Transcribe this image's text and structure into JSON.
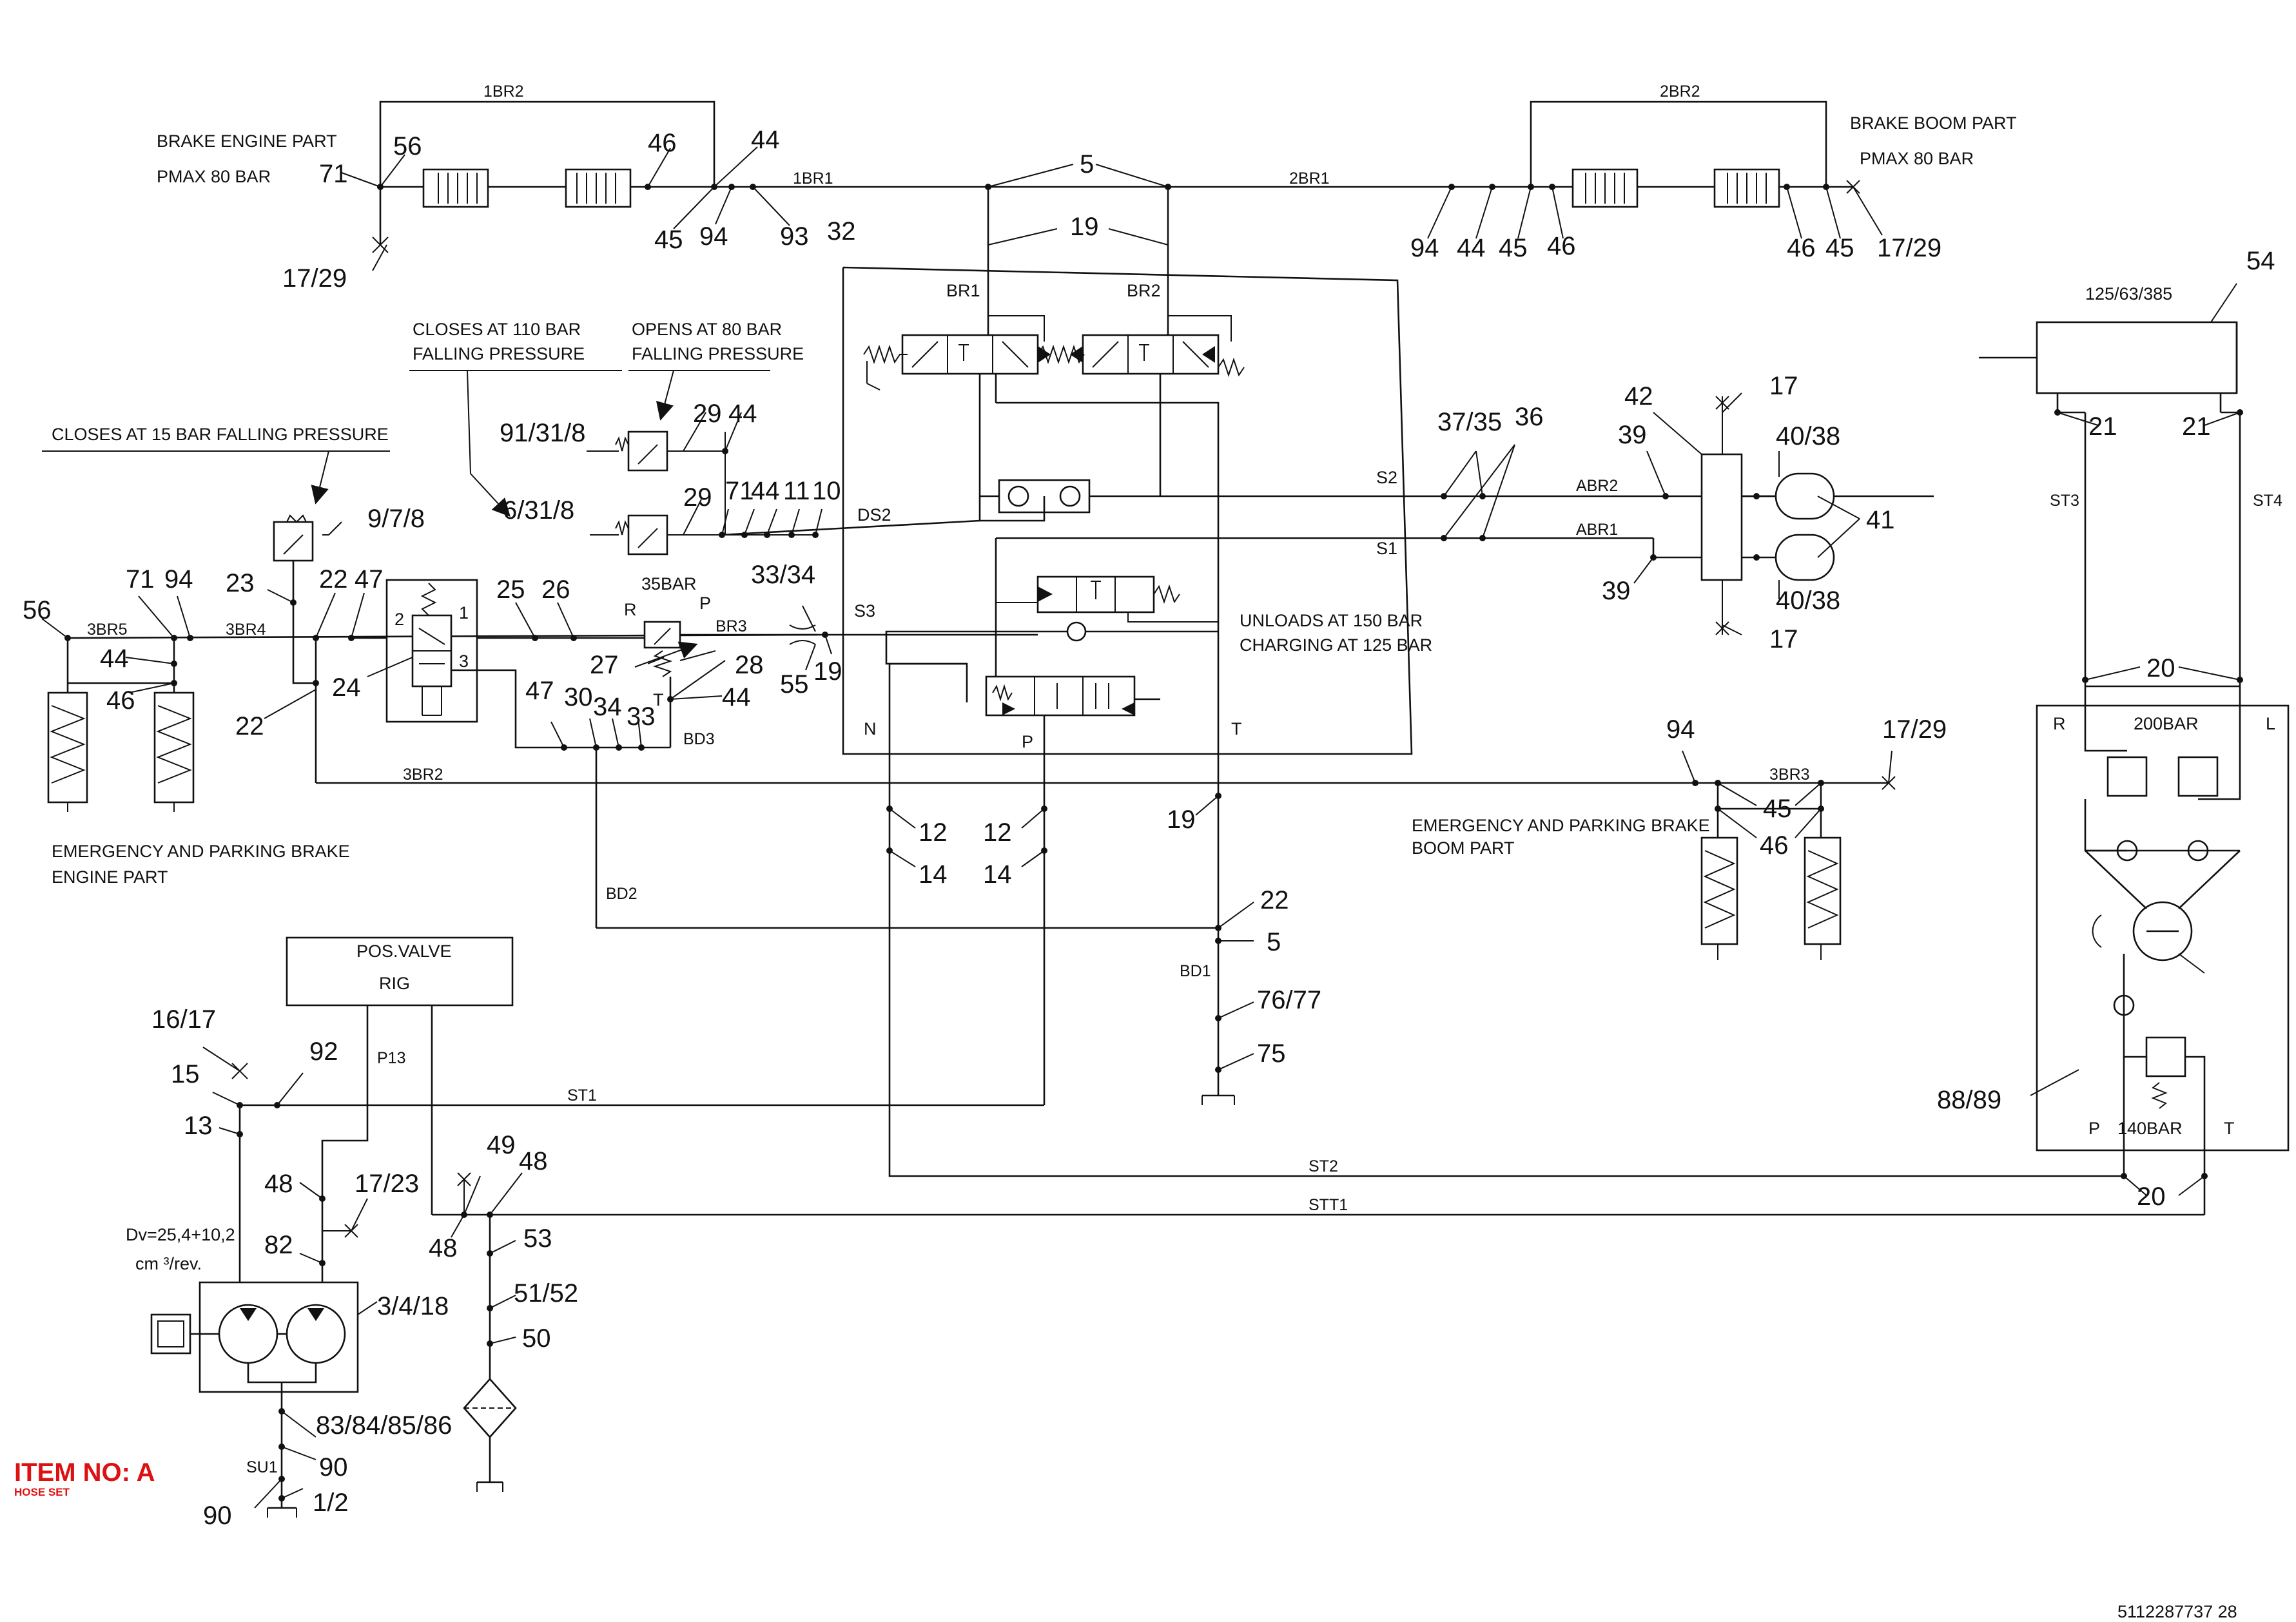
{
  "notes": {
    "brake_engine_part": "BRAKE ENGINE PART",
    "pmax_engine": "PMAX 80 BAR",
    "brake_boom_part": "BRAKE BOOM PART",
    "pmax_boom": "PMAX 80 BAR",
    "closes_110_a": "CLOSES AT 110 BAR",
    "closes_110_b": "FALLING PRESSURE",
    "opens_80_a": "OPENS AT 80 BAR",
    "opens_80_b": "FALLING PRESSURE",
    "closes_15": "CLOSES AT 15 BAR FALLING PRESSURE",
    "unloads_a": "UNLOADS AT 150 BAR",
    "unloads_b": "CHARGING AT 125 BAR",
    "emerg_engine_a": "EMERGENCY AND PARKING BRAKE",
    "emerg_engine_b": "ENGINE PART",
    "emerg_boom_a": "EMERGENCY AND PARKING BRAKE",
    "emerg_boom_b": "BOOM PART",
    "pos_valve_a": "POS.VALVE",
    "pos_valve_b": "RIG",
    "cylinder_spec": "125/63/385",
    "pump_dv": "Dv=25,4+10,2",
    "pump_unit": "cm ³/rev.",
    "relief_200": "200BAR",
    "relief_140": "140BAR",
    "set_35bar": "35BAR",
    "port_r": "R",
    "port_p": "P",
    "port_t": "T",
    "port_l": "L",
    "port_n": "N",
    "port_br1": "BR1",
    "port_br2": "BR2",
    "port_ds2": "DS2",
    "port_s1": "S1",
    "port_s2": "S2",
    "port_s3": "S3",
    "sv_1": "1",
    "sv_2": "2",
    "sv_3": "3"
  },
  "hoses": {
    "h1br2": "1BR2",
    "h1br1": "1BR1",
    "h2br1": "2BR1",
    "h2br2": "2BR2",
    "h3br5": "3BR5",
    "h3br4": "3BR4",
    "h3br2": "3BR2",
    "h3br3": "3BR3",
    "hbr3": "BR3",
    "hbd3": "BD3",
    "hbd2": "BD2",
    "hbd1": "BD1",
    "habr2": "ABR2",
    "habr1": "ABR1",
    "hst3": "ST3",
    "hst4": "ST4",
    "hst1": "ST1",
    "hst2": "ST2",
    "hstt1": "STT1",
    "hp13": "P13",
    "hsu1": "SU1"
  },
  "callouts": {
    "c71a": "71",
    "c56a": "56",
    "c46a": "46",
    "c44a": "44",
    "c45a": "45",
    "c94a": "94",
    "c93": "93",
    "c1729a": "17/29",
    "c5": "5",
    "c19a": "19",
    "c32": "32",
    "c94b": "94",
    "c44b": "44",
    "c45b": "45",
    "c46b": "46",
    "c46c": "46",
    "c45c": "45",
    "c1729b": "17/29",
    "c54": "54",
    "c21a": "21",
    "c21b": "21",
    "c91318": "91/31/8",
    "c29a": "29",
    "c44c": "44",
    "c6318": "6/31/8",
    "c29b": "29",
    "c71b": "71",
    "c44d": "44",
    "c11": "11",
    "c10": "10",
    "c978": "9/7/8",
    "c56b": "56",
    "c71c": "71",
    "c94c": "94",
    "c23": "23",
    "c22a": "22",
    "c47a": "47",
    "c44e": "44",
    "c46d": "46",
    "c22b": "22",
    "c24": "24",
    "c25": "25",
    "c26": "26",
    "c27": "27",
    "c28": "28",
    "c3334": "33/34",
    "c55": "55",
    "c19b": "19",
    "c47b": "47",
    "c30": "30",
    "c34": "34",
    "c33": "33",
    "c44f": "44",
    "c3735": "37/35",
    "c36": "36",
    "c42": "42",
    "c39a": "39",
    "c17a": "17",
    "c4038a": "40/38",
    "c41": "41",
    "c39b": "39",
    "c4038b": "40/38",
    "c17b": "17",
    "c20a": "20",
    "c94d": "94",
    "c1729c": "17/29",
    "c45d": "45",
    "c46e": "46",
    "c12a": "12",
    "c14a": "14",
    "c12b": "12",
    "c14b": "14",
    "c19c": "19",
    "c22c": "22",
    "c5b": "5",
    "c7677": "76/77",
    "c75": "75",
    "c8889": "88/89",
    "c1617": "16/17",
    "c15": "15",
    "c92": "92",
    "c13": "13",
    "c48a": "48",
    "c1723": "17/23",
    "c82": "82",
    "c3418": "3/4/18",
    "c49": "49",
    "c48b": "48",
    "c48c": "48",
    "c53": "53",
    "c5152": "51/52",
    "c50": "50",
    "c83": "83/84/85/86",
    "c90a": "90",
    "c90b": "90",
    "c12": "1/2",
    "c20b": "20"
  },
  "item": {
    "title": "ITEM NO: A",
    "subtitle": "HOSE SET",
    "color": "#dd1111"
  },
  "doc_number": "5112287737 28"
}
